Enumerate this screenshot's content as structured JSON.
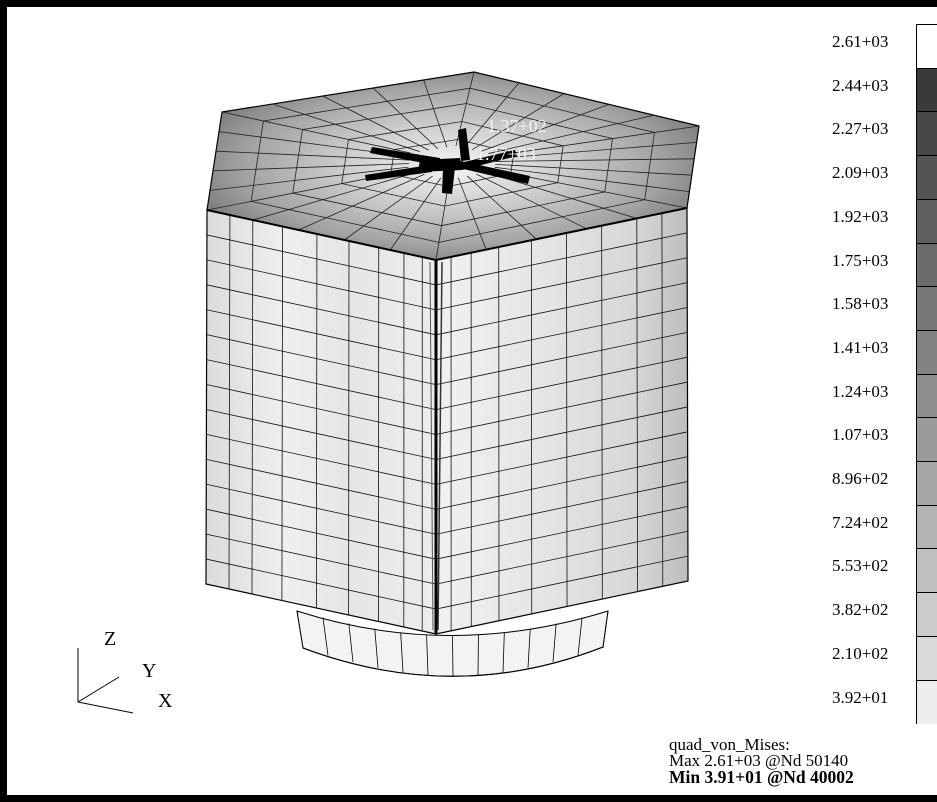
{
  "legend": {
    "values": [
      "2.61+03",
      "2.44+03",
      "2.27+03",
      "2.09+03",
      "1.92+03",
      "1.75+03",
      "1.58+03",
      "1.41+03",
      "1.24+03",
      "1.07+03",
      "8.96+02",
      "7.24+02",
      "5.53+02",
      "3.82+02",
      "2.10+02",
      "3.92+01"
    ],
    "colors": [
      "#ffffff",
      "#3a3a3a",
      "#474747",
      "#545454",
      "#5f5f5f",
      "#6b6b6b",
      "#777777",
      "#838383",
      "#8f8f8f",
      "#9b9b9b",
      "#a7a7a7",
      "#b3b3b3",
      "#bfbfbf",
      "#cbcbcb",
      "#d9d9d9",
      "#eeeeee"
    ]
  },
  "annotations": {
    "min_marker": "1.37+02",
    "max_marker": "1.77+03"
  },
  "axes": {
    "z": "Z",
    "y": "Y",
    "x": "X"
  },
  "summary": {
    "result_name": "quad_von_Mises:",
    "max_line": "Max 2.61+03 @Nd 50140",
    "min_line": "Min 3.91+01 @Nd 40002"
  }
}
